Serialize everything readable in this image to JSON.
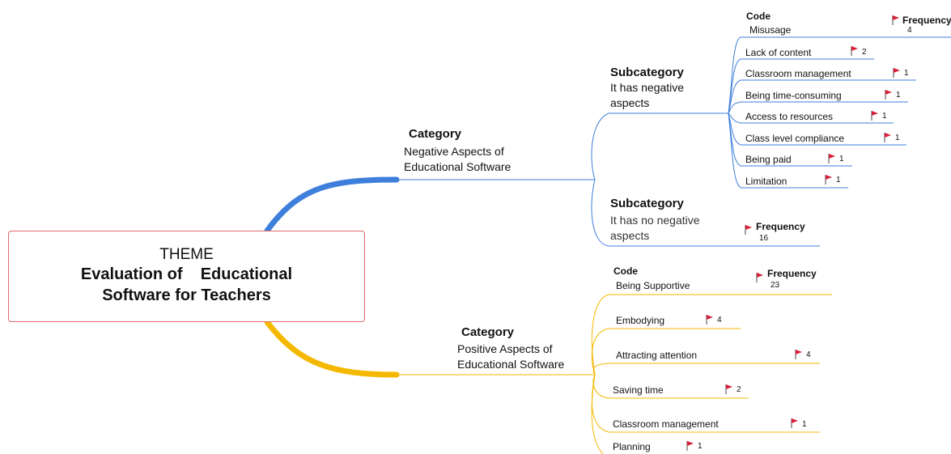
{
  "theme": {
    "label": "THEME",
    "title_line1": "Evaluation of    Educational",
    "title_line2": "Software for Teachers"
  },
  "negative": {
    "category_header": "Category",
    "category_line1": "Negative Aspects of",
    "category_line2": "Educational Software",
    "sub1_header": "Subcategory",
    "sub1_line1": "It has negative",
    "sub1_line2": "aspects",
    "code_header": "Code",
    "frequency_header": "Frequency",
    "codes": [
      {
        "label": "Misusage",
        "count": "4"
      },
      {
        "label": "Lack of content",
        "count": "2"
      },
      {
        "label": "Classroom management",
        "count": "1"
      },
      {
        "label": "Being time-consuming",
        "count": "1"
      },
      {
        "label": "Access to resources",
        "count": "1"
      },
      {
        "label": "Class level compliance",
        "count": "1"
      },
      {
        "label": "Being paid",
        "count": "1"
      },
      {
        "label": "Limitation",
        "count": "1"
      }
    ],
    "sub2_header": "Subcategory",
    "sub2_line1": "It has no negative",
    "sub2_line2": "aspects",
    "sub2_frequency_header": "Frequency",
    "sub2_count": "16"
  },
  "positive": {
    "category_header": "Category",
    "category_line1": "Positive Aspects of",
    "category_line2": "Educational Software",
    "code_header": "Code",
    "frequency_header": "Frequency",
    "codes": [
      {
        "label": "Being Supportive",
        "count": "23"
      },
      {
        "label": "Embodying",
        "count": "4"
      },
      {
        "label": "Attracting attention",
        "count": "4"
      },
      {
        "label": "Saving time",
        "count": "2"
      },
      {
        "label": "Classroom management",
        "count": "1"
      },
      {
        "label": "Planning",
        "count": "1"
      }
    ]
  },
  "colors": {
    "theme_border": "#e06a6a",
    "negative_branch": "#3f7fdc",
    "positive_branch": "#f5b800",
    "flag": "#d6203a"
  }
}
